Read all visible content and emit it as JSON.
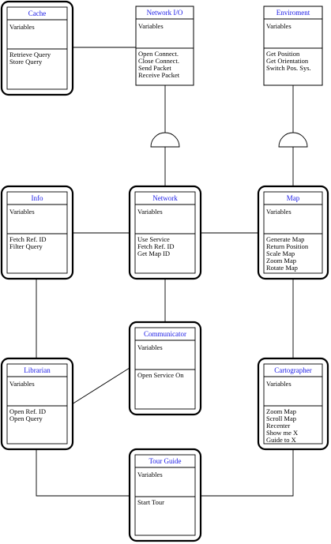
{
  "classes": [
    {
      "id": "cache",
      "title": "Cache",
      "attributes": "Variables",
      "operations": [
        "Retrieve Query",
        "Store Query"
      ]
    },
    {
      "id": "network-io",
      "title": "Network I/O",
      "attributes": "Variables",
      "operations": [
        "Open Connect.",
        "Close Connect.",
        "Send Packet",
        "Receive Packet"
      ]
    },
    {
      "id": "environment",
      "title": "Enviroment",
      "attributes": "Variables",
      "operations": [
        "Get Position",
        "Get Orientation",
        "Switch Pos. Sys."
      ]
    },
    {
      "id": "info",
      "title": "Info",
      "attributes": "Variables",
      "operations": [
        "Fetch Ref. ID",
        "Filter Query"
      ]
    },
    {
      "id": "network",
      "title": "Network",
      "attributes": "Variables",
      "operations": [
        "Use Service",
        "Fetch Ref. ID",
        "Get Map ID"
      ]
    },
    {
      "id": "map",
      "title": "Map",
      "attributes": "Variables",
      "operations": [
        "Generate Map",
        "Return Position",
        "Scale Map",
        "Zoom Map",
        "Rotate Map"
      ]
    },
    {
      "id": "communicator",
      "title": "Communicator",
      "attributes": "Variables",
      "operations": [
        "Open Service On"
      ]
    },
    {
      "id": "librarian",
      "title": "Librarian",
      "attributes": "Variables",
      "operations": [
        "Open Ref. ID",
        "Open Query"
      ]
    },
    {
      "id": "cartographer",
      "title": "Cartographer",
      "attributes": "Variables",
      "operations": [
        "Zoom Map",
        "Scroll Map",
        "Recenter",
        "Show me X",
        "Guide to X"
      ]
    },
    {
      "id": "tour-guide",
      "title": "Tour Guide",
      "attributes": "Variables",
      "operations": [
        "Start Tour"
      ]
    }
  ]
}
